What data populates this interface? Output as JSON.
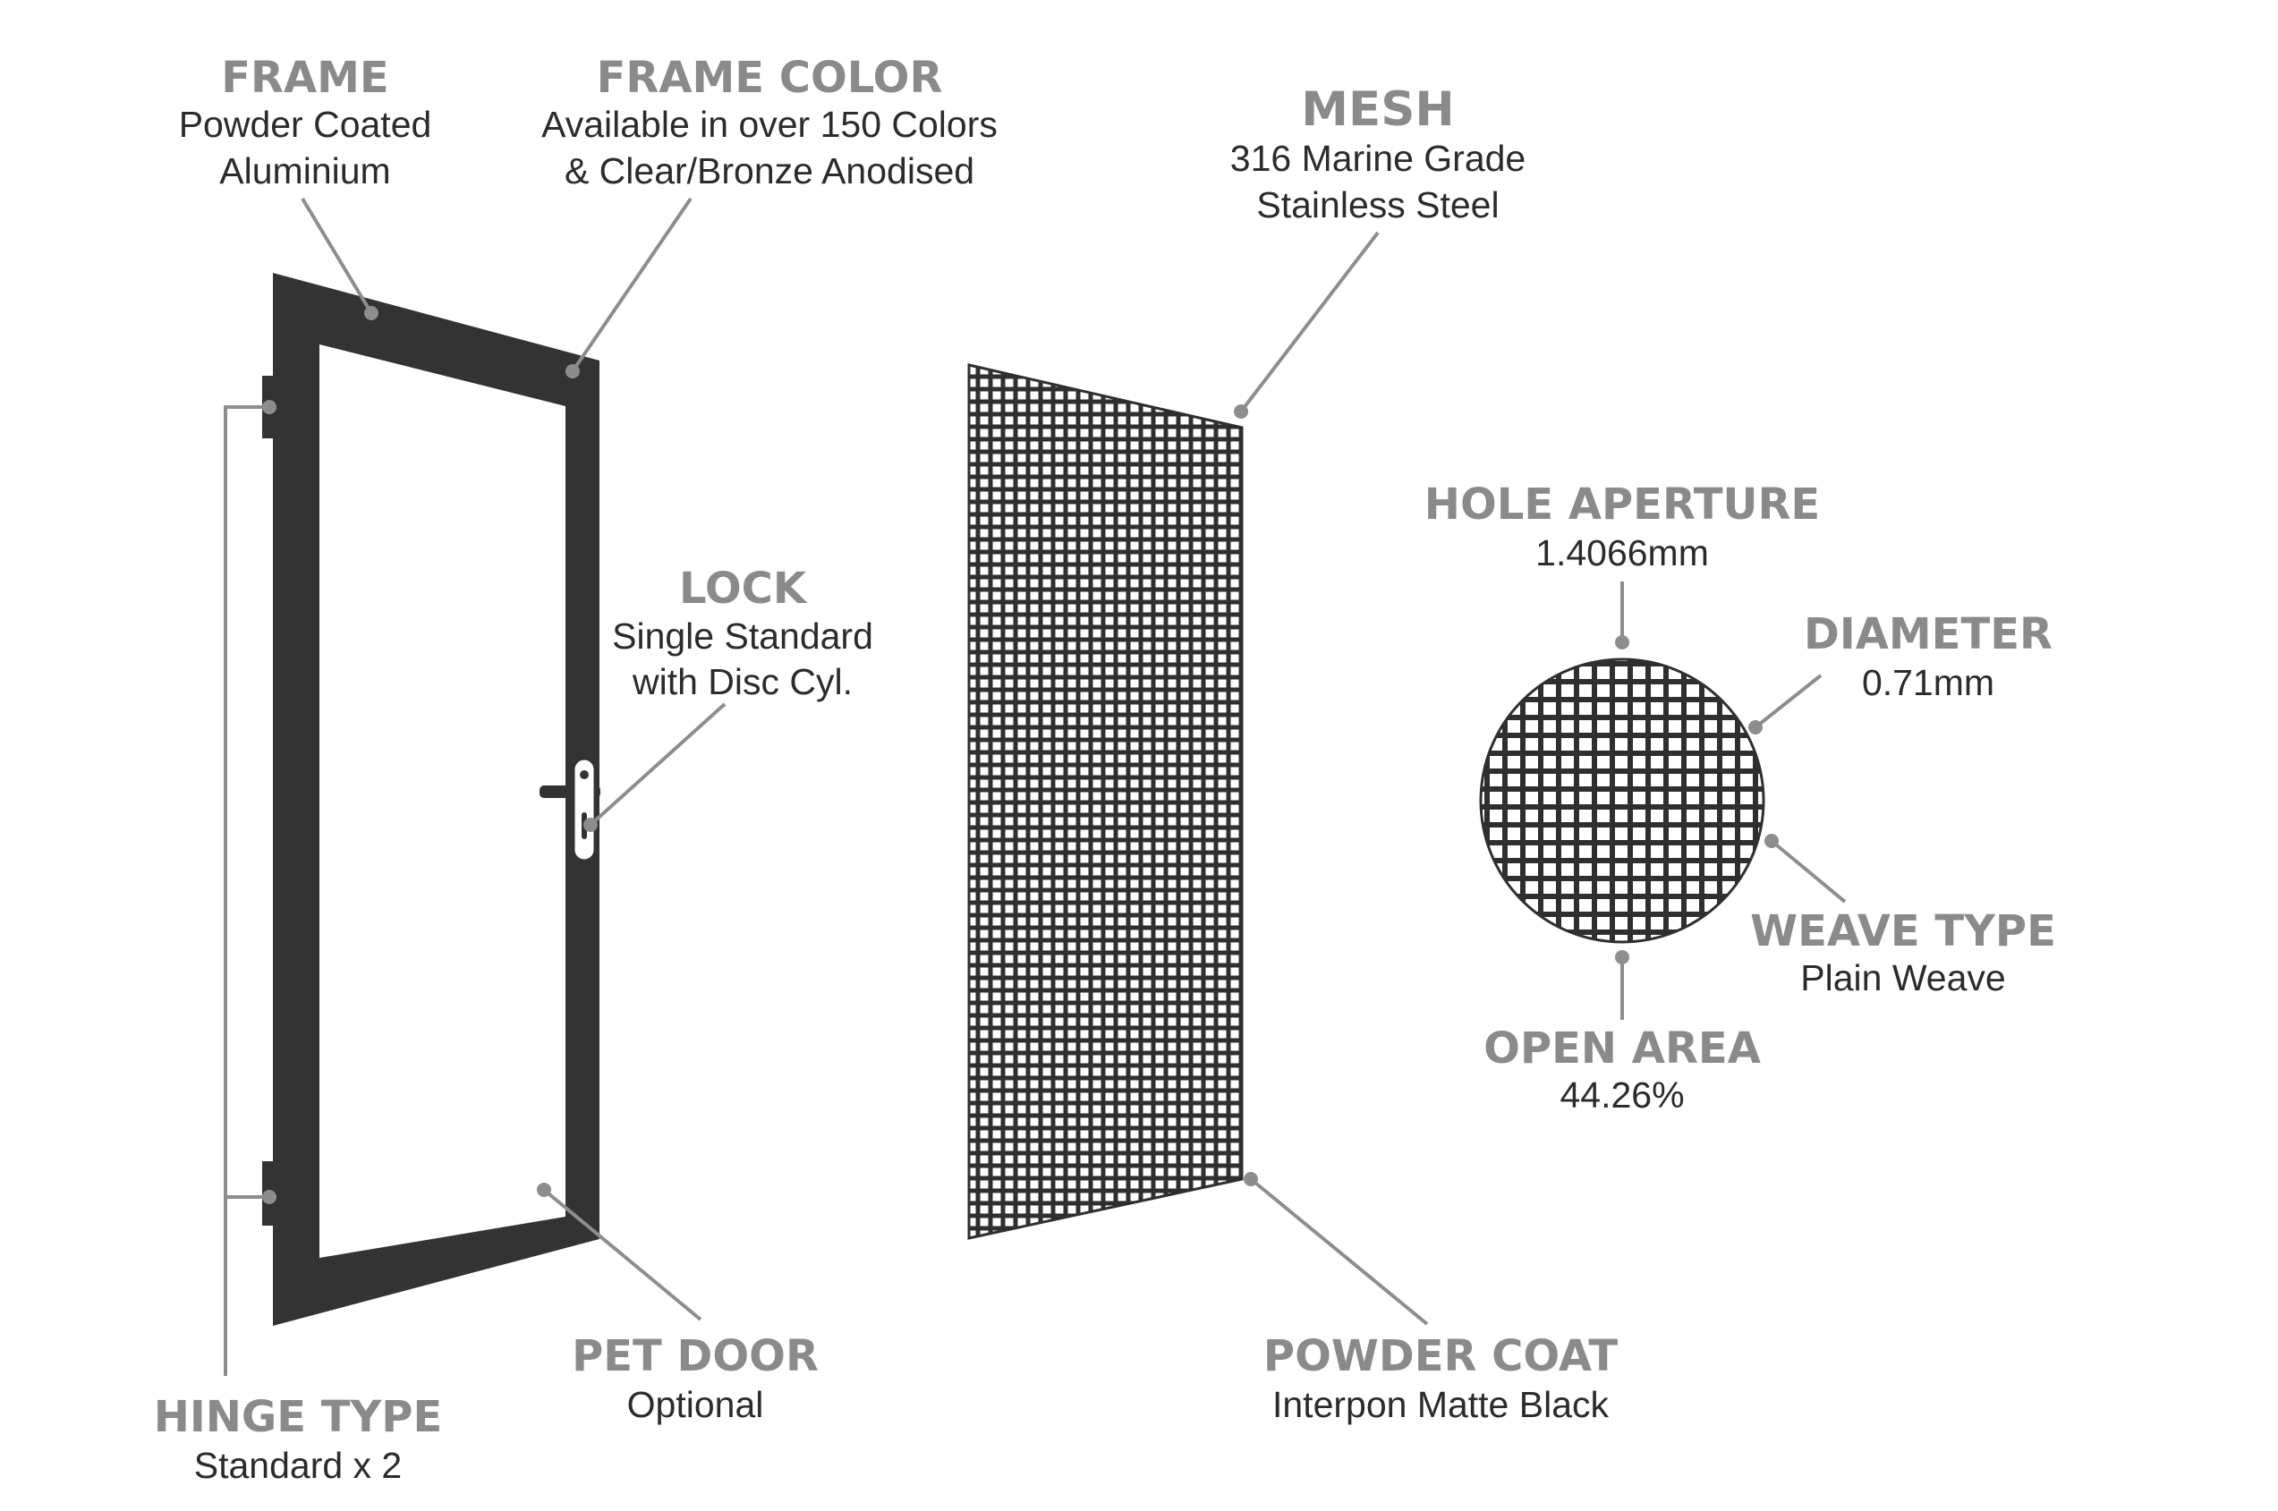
{
  "labels": {
    "frame": {
      "title": "FRAME",
      "line1": "Powder Coated",
      "line2": "Aluminium"
    },
    "frame_color": {
      "title": "FRAME COLOR",
      "line1": "Available in over 150 Colors",
      "line2": "& Clear/Bronze Anodised"
    },
    "mesh": {
      "title": "MESH",
      "line1": "316 Marine Grade",
      "line2": "Stainless Steel"
    },
    "lock": {
      "title": "LOCK",
      "line1": "Single Standard",
      "line2": "with Disc Cyl."
    },
    "hole_aperture": {
      "title": "HOLE APERTURE",
      "line1": "1.4066mm"
    },
    "diameter": {
      "title": "DIAMETER",
      "line1": "0.71mm"
    },
    "weave_type": {
      "title": "WEAVE TYPE",
      "line1": "Plain Weave"
    },
    "open_area": {
      "title": "OPEN AREA",
      "line1": "44.26%"
    },
    "pet_door": {
      "title": "PET DOOR",
      "line1": "Optional"
    },
    "powder_coat": {
      "title": "POWDER COAT",
      "line1": "Interpon Matte Black"
    },
    "hinge_type": {
      "title": "HINGE TYPE",
      "line1": "Standard x 2"
    }
  },
  "colors": {
    "frame": "#333333",
    "title_gray": "#8a8a8a",
    "text_dark": "#2b2b2b",
    "leader": "#8d8d8d"
  }
}
